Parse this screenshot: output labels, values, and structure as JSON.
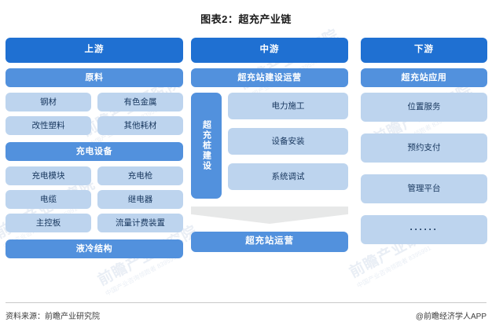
{
  "title": "图表2：超充产业链",
  "colors": {
    "header_dark": "#1f70d2",
    "header_mid": "#5291dd",
    "item_light": "#bdd4ee",
    "arrow_grey": "#e7e8e8",
    "text_dark": "#17365d"
  },
  "watermarks": [
    {
      "text": "前瞻产业研究院",
      "note": "中国产业咨询领跑者 8395991"
    },
    {
      "text": "前瞻产业研究院",
      "note": "中国产业咨询领跑者 8395991"
    },
    {
      "text": "前瞻产业研究院",
      "note": "中国产业咨询领跑者 8395991"
    },
    {
      "text": "前瞻产业研究院",
      "note": "中国产业咨询领跑者 8395991"
    },
    {
      "text": "前瞻产业研究院",
      "note": "中国产业咨询领跑者 8395991"
    },
    {
      "text": "前瞻产业研究院",
      "note": "中国产业咨询领跑者 8395991"
    }
  ],
  "upstream": {
    "header": "上游",
    "section1_header": "原料",
    "section1_items": [
      "钢材",
      "有色金属",
      "改性塑料",
      "其他耗材"
    ],
    "section2_header": "充电设备",
    "section2_items": [
      "充电模块",
      "充电枪",
      "电缆",
      "继电器",
      "主控板",
      "流量计费装置"
    ],
    "section3_header": "液冷结构"
  },
  "midstream": {
    "header": "中游",
    "section_header": "超充站建设运营",
    "vertical_label": "超充桩建设",
    "items": [
      "电力施工",
      "设备安装",
      "系统调试"
    ],
    "operation_header": "超充站运营"
  },
  "downstream": {
    "header": "下游",
    "section_header": "超充站应用",
    "items": [
      "位置服务",
      "预约支付",
      "管理平台",
      "······"
    ]
  },
  "footer": {
    "source": "资料来源：前瞻产业研究院",
    "brand": "@前瞻经济学人APP"
  }
}
